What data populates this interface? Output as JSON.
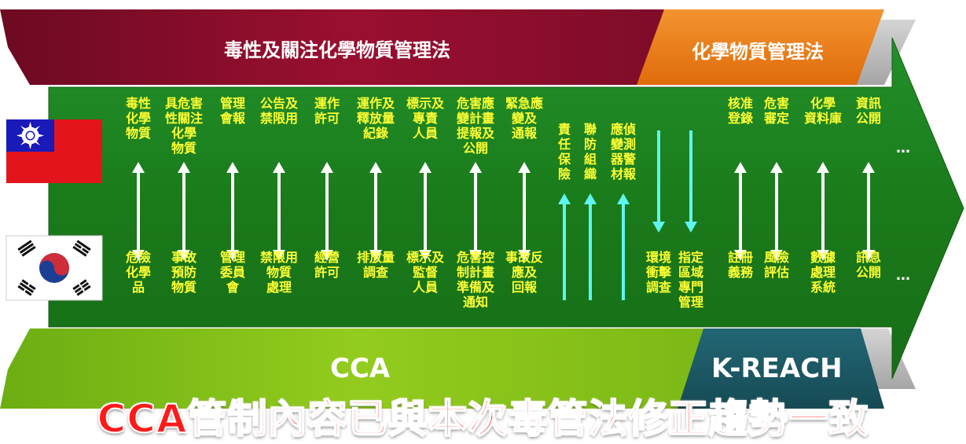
{
  "top_bar": {
    "left_title": "毒性及關注化學物質管理法",
    "right_title": "化學物質管理法"
  },
  "bottom_bar": {
    "left_title": "CCA",
    "right_title": "K-REACH"
  },
  "flags": {
    "top": "taiwan-flag",
    "bottom": "korea-flag"
  },
  "columns": [
    {
      "top": "毒性\n化學\n物質",
      "bottom": "危險\n化學\n品",
      "arrow": "both"
    },
    {
      "top": "具危害\n性關注\n化學\n物質",
      "bottom": "事故\n預防\n物質",
      "arrow": "both"
    },
    {
      "top": "管理\n會報",
      "bottom": "管理\n委員\n會",
      "arrow": "both"
    },
    {
      "top": "公告及\n禁限用",
      "bottom": "禁限用\n物質\n處理",
      "arrow": "both"
    },
    {
      "top": "運作\n許可",
      "bottom": "經營\n許可",
      "arrow": "both"
    },
    {
      "top": "運作及\n釋放量\n紀錄",
      "bottom": "排放量\n調查",
      "arrow": "both"
    },
    {
      "top": "標示及\n專責\n人員",
      "bottom": "標示及\n監督\n人員",
      "arrow": "both"
    },
    {
      "top": "危害應\n變計畫\n提報及\n公開",
      "bottom": "危害控\n制計畫\n準備及\n通知",
      "arrow": "both"
    },
    {
      "top": "緊急應\n變及\n通報",
      "bottom": "事故反\n應及\n回報",
      "arrow": "both"
    },
    {
      "top": "責\n任\n保\n險",
      "bottom": "",
      "arrow": "up"
    },
    {
      "top": "聯\n防\n組\n織",
      "bottom": "",
      "arrow": "up"
    },
    {
      "top": "應偵\n變測\n器警\n材報",
      "bottom": "",
      "arrow": "up"
    },
    {
      "top": "",
      "bottom": "環境\n衝擊\n調查",
      "arrow": "down"
    },
    {
      "top": "",
      "bottom": "指定\n區域\n專門\n管理",
      "arrow": "down"
    },
    {
      "top": "核准\n登錄",
      "bottom": "註冊\n義務",
      "arrow": "both"
    },
    {
      "top": "危害\n審定",
      "bottom": "風險\n評估",
      "arrow": "both"
    },
    {
      "top": "化學\n資料庫",
      "bottom": "數據\n處理\n系統",
      "arrow": "both"
    },
    {
      "top": "資訊\n公開",
      "bottom": "訊息\n公開",
      "arrow": "both"
    }
  ],
  "ellipsis_top": "…",
  "ellipsis_bottom": "…",
  "banner": "CCA管制內容已與本次毒管法修正趨勢一致",
  "colors": {
    "top_left": "#8b0d2b",
    "top_right": "#f07d16",
    "body_green": "#1b7c1b",
    "bottom_left": "#8cc51a",
    "bottom_right": "#1b5560",
    "text_yellow": "#ffff33",
    "arrow_white": "#ffffff",
    "arrow_cyan": "#5ff5ef",
    "banner_red": "#ff1a1a"
  }
}
